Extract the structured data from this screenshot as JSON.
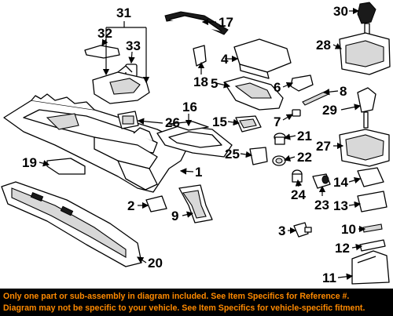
{
  "callouts": [
    "1",
    "2",
    "3",
    "4",
    "5",
    "6",
    "7",
    "8",
    "9",
    "10",
    "11",
    "12",
    "13",
    "14",
    "15",
    "16",
    "17",
    "18",
    "19",
    "20",
    "21",
    "22",
    "23",
    "24",
    "25",
    "26",
    "27",
    "28",
    "29",
    "30",
    "31",
    "32",
    "33"
  ],
  "disclaimer": {
    "line1": "Only one part or sub-assembly in diagram included. See Item Specifics for Reference #.",
    "line2": "Diagram may not be specific to your vehicle. See Item Specifics for vehicle-specific fitment."
  },
  "colors": {
    "banner_bg": "#000000",
    "banner_text": "#ff8a00"
  }
}
